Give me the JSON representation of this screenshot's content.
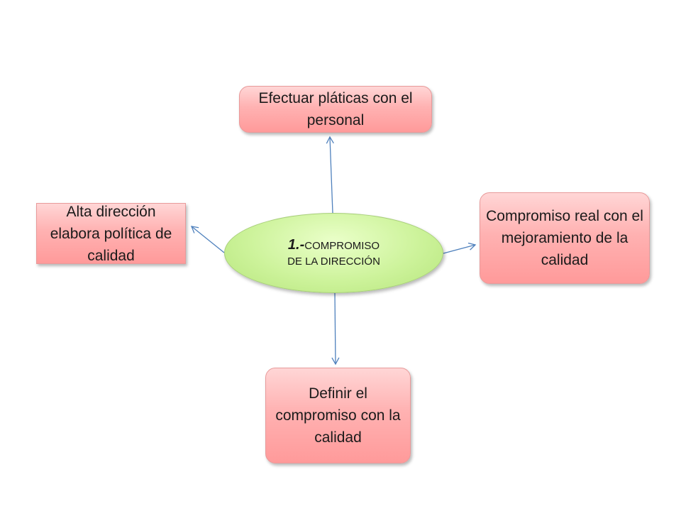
{
  "center": {
    "number": "1.-",
    "title_line1": "COMPROMISO",
    "title_line2": "DE LA DIRECCIÓN"
  },
  "nodes": {
    "top": "Efectuar pláticas con el personal",
    "left": "Alta dirección elabora política de calidad",
    "right": "Compromiso real con el mejoramiento de la calidad",
    "bottom": "Definir el compromiso con la calidad"
  },
  "colors": {
    "node_fill": "#ffb2b2",
    "center_fill": "#cdf39b",
    "connector": "#4f81bd"
  }
}
